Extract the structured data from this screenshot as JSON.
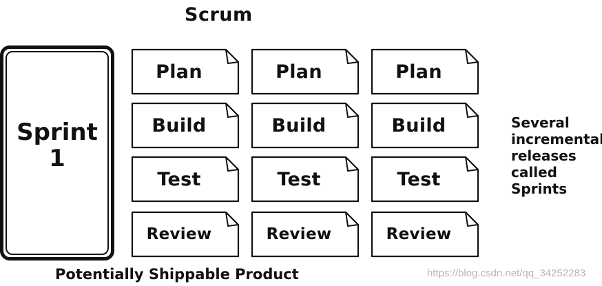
{
  "title": "Scrum",
  "sprint": {
    "line1": "Sprint",
    "line2": "1"
  },
  "columns": [
    [
      "Plan",
      "Build",
      "Test",
      "Review"
    ],
    [
      "Plan",
      "Build",
      "Test",
      "Review"
    ],
    [
      "Plan",
      "Build",
      "Test",
      "Review"
    ]
  ],
  "side_note": [
    "Several",
    "incremental",
    "releases",
    "called",
    "Sprints"
  ],
  "footer": "Potentially Shippable Product",
  "watermark": "https://blog.csdn.net/qq_34252283"
}
